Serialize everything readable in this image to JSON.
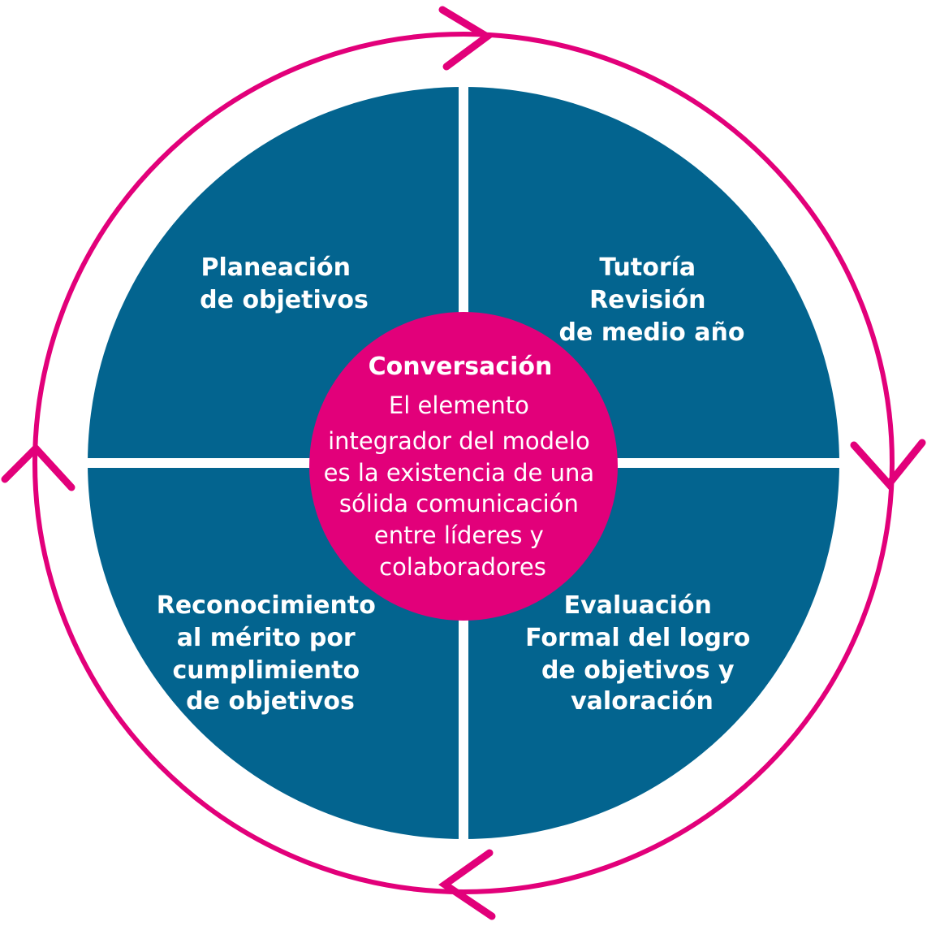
{
  "colors": {
    "quadrant_fill": "#03648f",
    "center_fill": "#e2007a",
    "cycle_ring": "#e2007a",
    "divider": "#ffffff",
    "text": "#ffffff"
  },
  "quadrants": {
    "top_left": {
      "lines": [
        "Planeación",
        "de objetivos"
      ]
    },
    "top_right": {
      "lines": [
        "Tutoría",
        "Revisión",
        "de medio año"
      ]
    },
    "bottom_left": {
      "lines": [
        "Reconocimiento",
        "al mérito por",
        "cumplimiento",
        "de objetivos"
      ]
    },
    "bottom_right": {
      "lines": [
        "Evaluación",
        "Formal del logro",
        "de objetivos y",
        "valoración"
      ]
    }
  },
  "center": {
    "title": "Conversación",
    "body_lines": [
      "El elemento",
      "integrador del modelo",
      "es la existencia de una",
      "sólida comunicación",
      "entre líderes y",
      "colaboradores"
    ]
  },
  "cycle": {
    "direction": "clockwise",
    "arrow_icons": [
      "arrow-right-icon",
      "arrow-down-icon",
      "arrow-left-icon",
      "arrow-up-icon"
    ]
  }
}
